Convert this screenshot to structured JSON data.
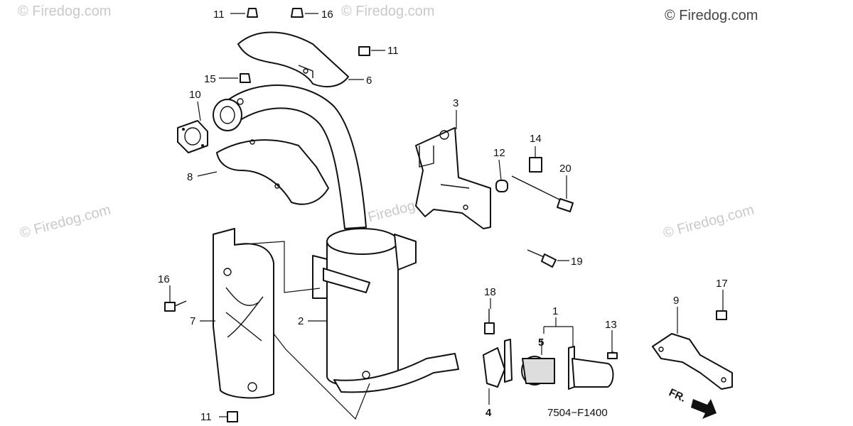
{
  "diagram": {
    "figure_code": "7504−F1400",
    "front_marker": "FR.",
    "watermark": "© Firedog.com",
    "callouts": {
      "c1": "1",
      "c2": "2",
      "c3": "3",
      "c4": "4",
      "c5": "5",
      "c6": "6",
      "c7": "7",
      "c8": "8",
      "c9": "9",
      "c10": "10",
      "c11a": "11",
      "c11b": "11",
      "c11c": "11",
      "c12": "12",
      "c13": "13",
      "c14": "14",
      "c15": "15",
      "c16a": "16",
      "c16b": "16",
      "c17": "17",
      "c18": "18",
      "c19": "19",
      "c20": "20"
    },
    "colors": {
      "line": "#111111",
      "background": "#ffffff",
      "watermark": "#c9c9c9"
    }
  }
}
